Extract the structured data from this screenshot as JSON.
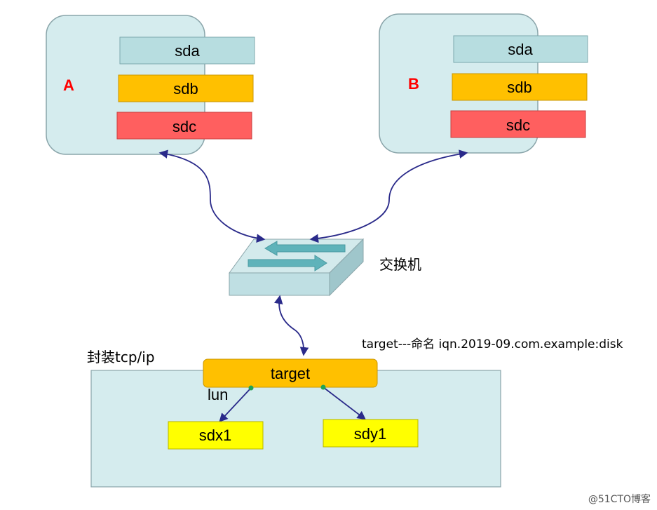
{
  "hosts": [
    {
      "label": "A",
      "disks": [
        {
          "label": "sda",
          "color": "#b7dde0"
        },
        {
          "label": "sdb",
          "color": "#ffc000"
        },
        {
          "label": "sdc",
          "color": "#ff5f5f"
        }
      ]
    },
    {
      "label": "B",
      "disks": [
        {
          "label": "sda",
          "color": "#b7dde0"
        },
        {
          "label": "sdb",
          "color": "#ffc000"
        },
        {
          "label": "sdc",
          "color": "#ff5f5f"
        }
      ]
    }
  ],
  "switch": {
    "label": "交换机"
  },
  "storage": {
    "encapsulation_label": "封装tcp/ip",
    "target_label": "target",
    "naming_note": "target---命名  iqn.2019-09.com.example:disk",
    "lun_label": "lun",
    "luns": [
      {
        "label": "sdx1",
        "color": "#ffff00"
      },
      {
        "label": "sdy1",
        "color": "#ffff00"
      }
    ]
  },
  "watermark": "@51CTO博客",
  "colors": {
    "host_fill": "#d5ecee",
    "host_stroke": "#8aa5aa",
    "host_label": "#ff0000",
    "connector": "#2a2a8a",
    "switch_top": "#d3eaec",
    "switch_front": "#bfdfe3",
    "switch_side": "#9fc6cb",
    "arrow_fill": "#5fb3ba",
    "storage_fill": "#d5ecee",
    "target_fill": "#ffc000",
    "lun_dot": "#21a355"
  }
}
